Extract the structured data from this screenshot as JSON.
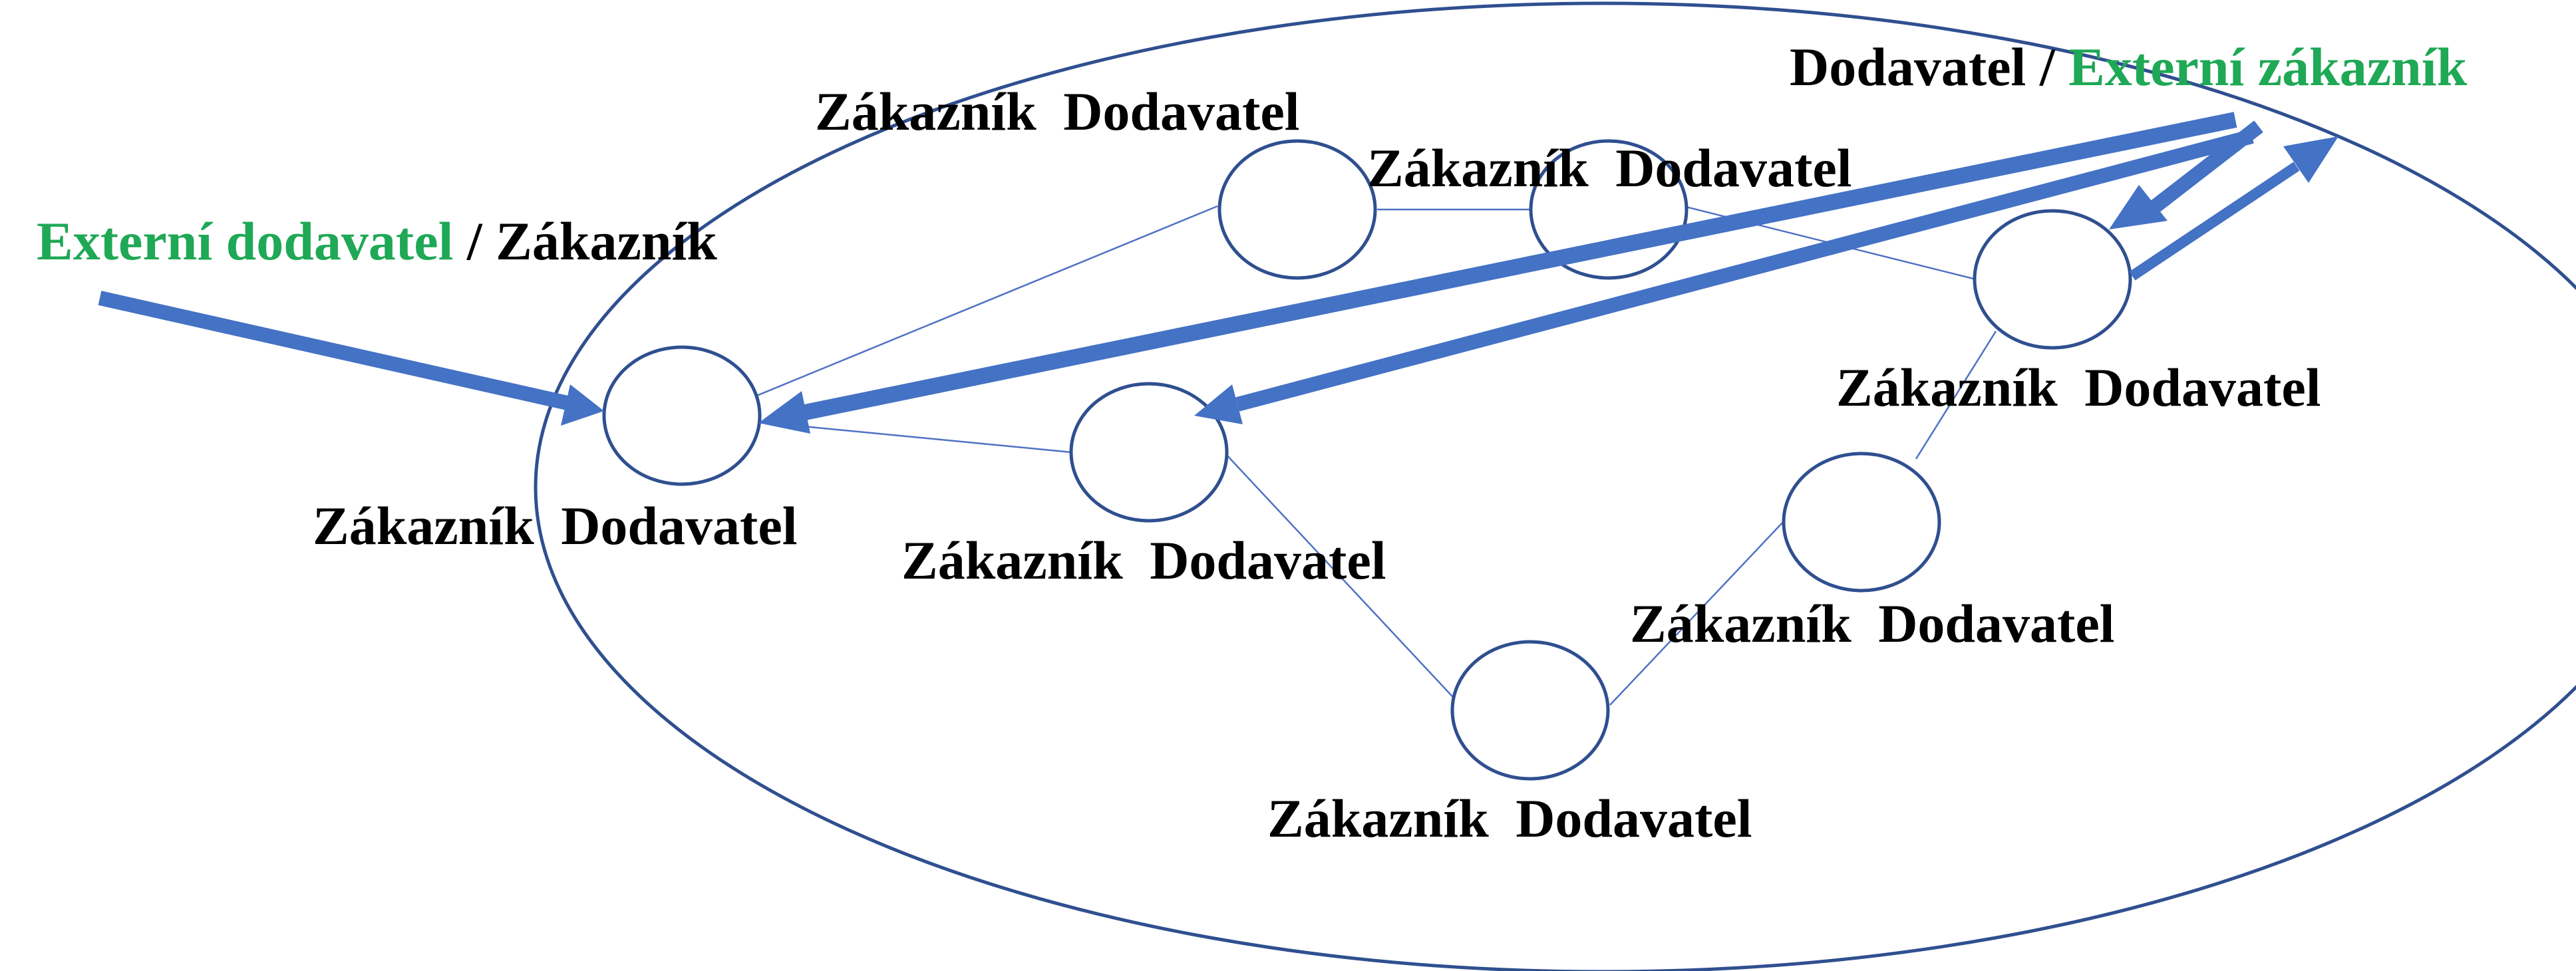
{
  "colors": {
    "flow_arrow": "#4472c4",
    "outline": "#2f4f8f",
    "external_text": "#1fa855",
    "text": "#000000"
  },
  "node_label": {
    "customer": "Zákazník",
    "supplier": "Dodavatel"
  },
  "external_left": {
    "green": "Externí dodavatel",
    "separator": " / ",
    "black": "Zákazník"
  },
  "external_right": {
    "black": "Dodavatel",
    "separator": " / ",
    "green": "Externí zákazník"
  }
}
